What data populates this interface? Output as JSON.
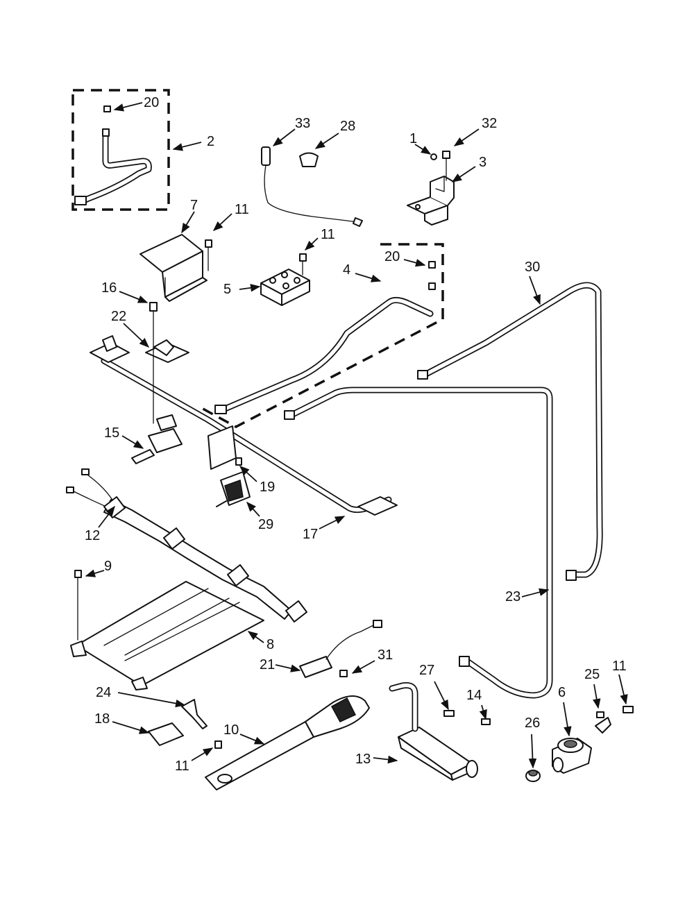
{
  "callouts": {
    "c1": "1",
    "c2": "2",
    "c3": "3",
    "c4": "4",
    "c5": "5",
    "c6": "6",
    "c7": "7",
    "c8": "8",
    "c9": "9",
    "c10": "10",
    "c11_a": "11",
    "c11_b": "11",
    "c11_c": "11",
    "c11_d": "11",
    "c12": "12",
    "c13": "13",
    "c14": "14",
    "c15": "15",
    "c16": "16",
    "c17": "17",
    "c18": "18",
    "c19": "19",
    "c20_a": "20",
    "c20_b": "20",
    "c21": "21",
    "c22": "22",
    "c23": "23",
    "c24": "24",
    "c25": "25",
    "c26": "26",
    "c27": "27",
    "c28": "28",
    "c29": "29",
    "c30": "30",
    "c31": "31",
    "c32": "32",
    "c33": "33"
  }
}
